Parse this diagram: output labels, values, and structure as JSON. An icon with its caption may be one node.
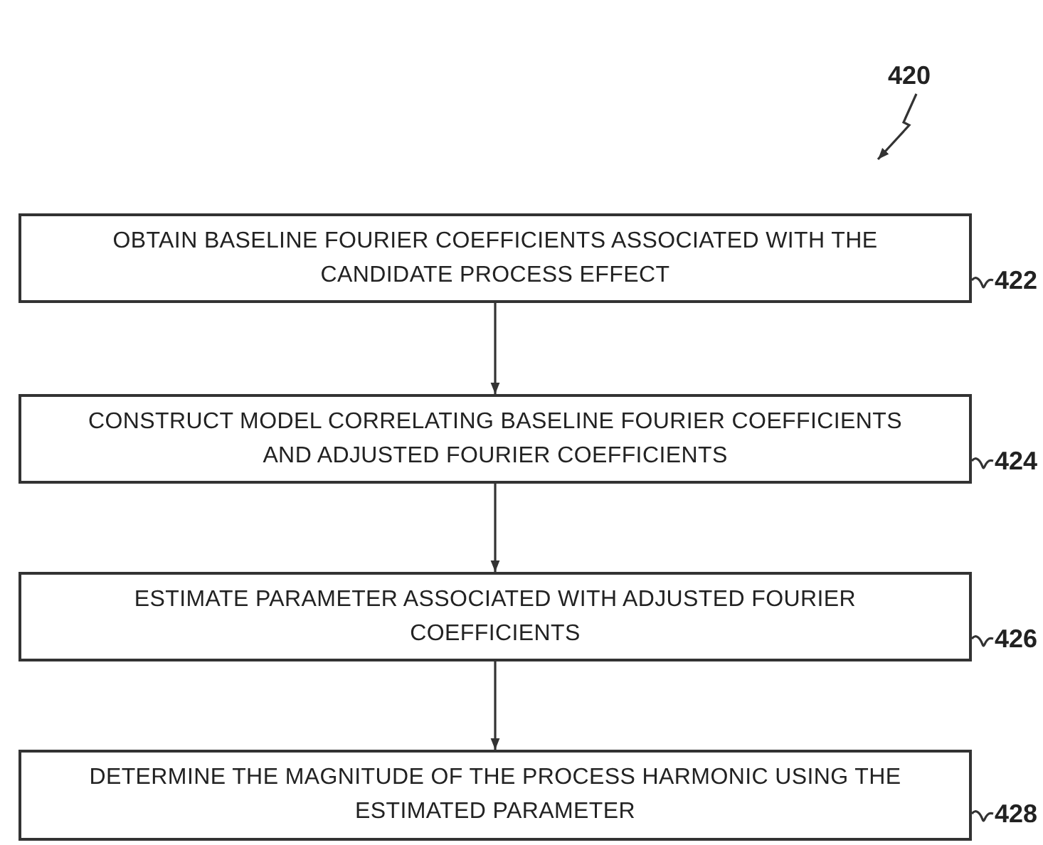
{
  "diagram": {
    "nodes": [
      {
        "text": [
          "OBTAIN BASELINE FOURIER COEFFICIENTS ASSOCIATED WITH THE CANDIDATE PROCESS EFFECT"
        ]
      },
      {
        "text": [
          "CONSTRUCT MODEL CORRELATING BASELINE FOURIER COEFFICIENTS AND ADJUSTED FOURIER COEFFICIENTS"
        ]
      },
      {
        "text": [
          "ESTIMATE PARAMETER ASSOCIATED WITH ADJUSTED FOURIER COEFFICIENTS"
        ]
      },
      {
        "text": [
          "DETERMINE THE MAGNITUDE OF THE PROCESS HARMONIC USING THE ESTIMATED PARAMETER"
        ]
      },
      {
        "text": [
          "420"
        ]
      },
      {
        "text": [
          "422"
        ]
      },
      {
        "text": [
          "424"
        ]
      },
      {
        "text": [
          "426"
        ]
      },
      {
        "text": [
          "428"
        ]
      }
    ],
    "edges": [
      {
        "from": 0,
        "to": 1,
        "arrow": "to"
      },
      {
        "from": 1,
        "to": 2,
        "arrow": "to"
      },
      {
        "from": 2,
        "to": 3,
        "arrow": "to"
      },
      {
        "from": 4,
        "to": null,
        "arrow": "to"
      },
      {
        "from": 5,
        "to": 0,
        "arrow": "none"
      },
      {
        "from": 6,
        "to": 1,
        "arrow": "none"
      },
      {
        "from": 7,
        "to": 2,
        "arrow": "none"
      },
      {
        "from": 8,
        "to": 3,
        "arrow": "none"
      }
    ]
  }
}
